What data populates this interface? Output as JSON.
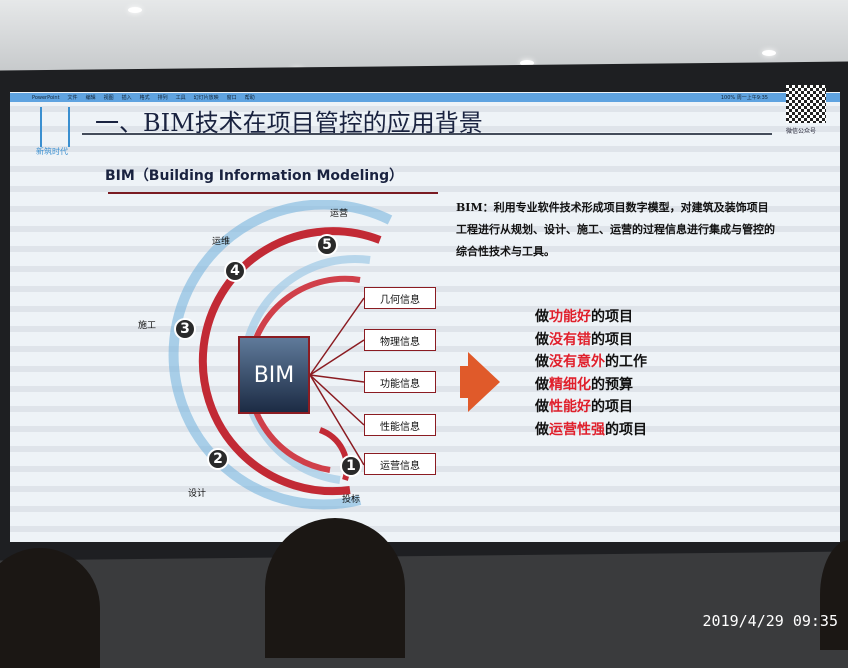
{
  "menubar": {
    "items": [
      "PowerPoint",
      "文件",
      "编辑",
      "视图",
      "插入",
      "格式",
      "排列",
      "工具",
      "幻灯片放映",
      "窗口",
      "帮助"
    ],
    "status": "100% 周一上午9:35"
  },
  "slide": {
    "logo_text": "新筑时代",
    "title": "一、BIM技术在项目管控的应用背景",
    "qr_label": "微信公众号",
    "subtitle": "BIM（Building Information Modeling）",
    "desc_label": "BIM",
    "desc_text": "：利用专业软件技术形成项目数字模型，对建筑及装饰项目工程进行从规划、设计、施工、运营的过程信息进行集成与管控的综合性技术与工具。",
    "center_label": "BIM",
    "stages": [
      {
        "num": "1",
        "label": "投标"
      },
      {
        "num": "2",
        "label": "设计"
      },
      {
        "num": "3",
        "label": "施工"
      },
      {
        "num": "4",
        "label": "运维"
      },
      {
        "num": "5",
        "label": "运营"
      }
    ],
    "info_boxes": [
      "几何信息",
      "物理信息",
      "功能信息",
      "性能信息",
      "运营信息"
    ],
    "goals": [
      {
        "pre": "做",
        "hl": "功能好",
        "post": "的项目"
      },
      {
        "pre": "做",
        "hl": "没有错",
        "post": "的项目"
      },
      {
        "pre": "做",
        "hl": "没有意外",
        "post": "的工作"
      },
      {
        "pre": "做",
        "hl": "精细化",
        "post": "的预算"
      },
      {
        "pre": "做",
        "hl": "性能好",
        "post": "的项目"
      },
      {
        "pre": "做",
        "hl": "运营性强",
        "post": "的项目"
      }
    ],
    "colors": {
      "accent": "#e0202c",
      "title": "#1a2340",
      "frame": "#8b1c22",
      "arrow": "#e05a2a"
    }
  },
  "timestamp": "2019/4/29  09:35"
}
